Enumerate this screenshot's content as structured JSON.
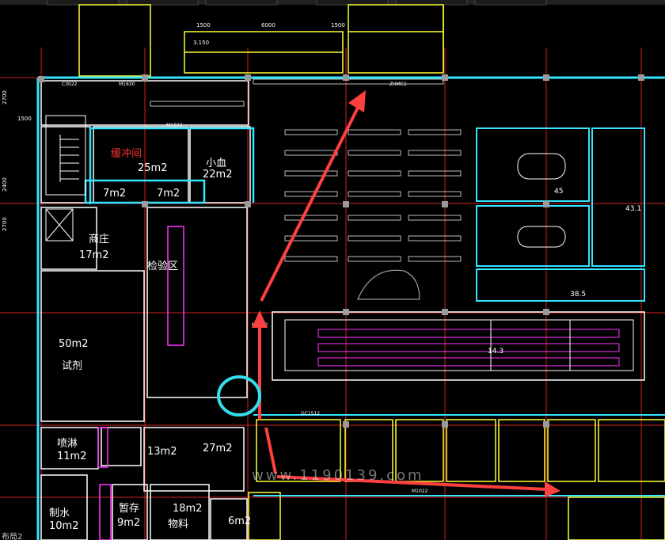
{
  "top_tabs": [
    "",
    "",
    "",
    "",
    "",
    ""
  ],
  "rooms": [
    {
      "id": "buffer",
      "label": "缓冲间",
      "color": "red"
    },
    {
      "id": "buffer_area",
      "label": "25m2"
    },
    {
      "id": "small_blood",
      "label": "小血"
    },
    {
      "id": "small_blood_area",
      "label": "22m2"
    },
    {
      "id": "r7a",
      "label": "7m2"
    },
    {
      "id": "r7b",
      "label": "7m2"
    },
    {
      "id": "store",
      "label": "商庄"
    },
    {
      "id": "store_area",
      "label": "17m2"
    },
    {
      "id": "inspect",
      "label": "检验区"
    },
    {
      "id": "trial_area",
      "label": "50m2"
    },
    {
      "id": "trial",
      "label": "试剂"
    },
    {
      "id": "spray",
      "label": "喷淋"
    },
    {
      "id": "spray_area",
      "label": "11m2"
    },
    {
      "id": "r13",
      "label": "13m2"
    },
    {
      "id": "r27",
      "label": "27m2"
    },
    {
      "id": "water",
      "label": "制水"
    },
    {
      "id": "water_area",
      "label": "10m2"
    },
    {
      "id": "temp",
      "label": "暂存"
    },
    {
      "id": "temp_area",
      "label": "9m2"
    },
    {
      "id": "r18",
      "label": "18m2"
    },
    {
      "id": "material",
      "label": "物料"
    },
    {
      "id": "r6",
      "label": "6m2"
    },
    {
      "id": "r45",
      "label": "45"
    },
    {
      "id": "r431",
      "label": "43.1"
    },
    {
      "id": "r385",
      "label": "38.5"
    },
    {
      "id": "r143",
      "label": "14.3"
    }
  ],
  "door_tags": [
    "M1630",
    "M1022",
    "M1522",
    "ZHMC1",
    "C3022",
    "GC1512",
    "M1022"
  ],
  "dimensions": [
    "1500",
    "6000",
    "1500",
    "3.150",
    "2700",
    "2400",
    "2700",
    "1500"
  ],
  "watermark": "www.1190139.com",
  "status_text": "布局2"
}
